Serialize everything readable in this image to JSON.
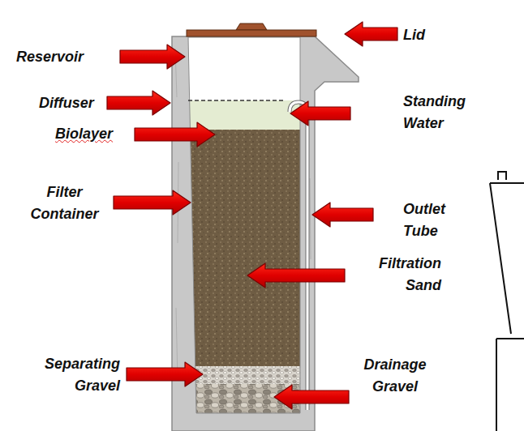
{
  "diagram": {
    "labels": [
      "Lid",
      "Reservoir",
      "Diffuser",
      "Standing Water",
      "Biolayer",
      "Filter Container",
      "Outlet Tube",
      "Filtration Sand",
      "Separating Gravel",
      "Drainage Gravel"
    ]
  }
}
